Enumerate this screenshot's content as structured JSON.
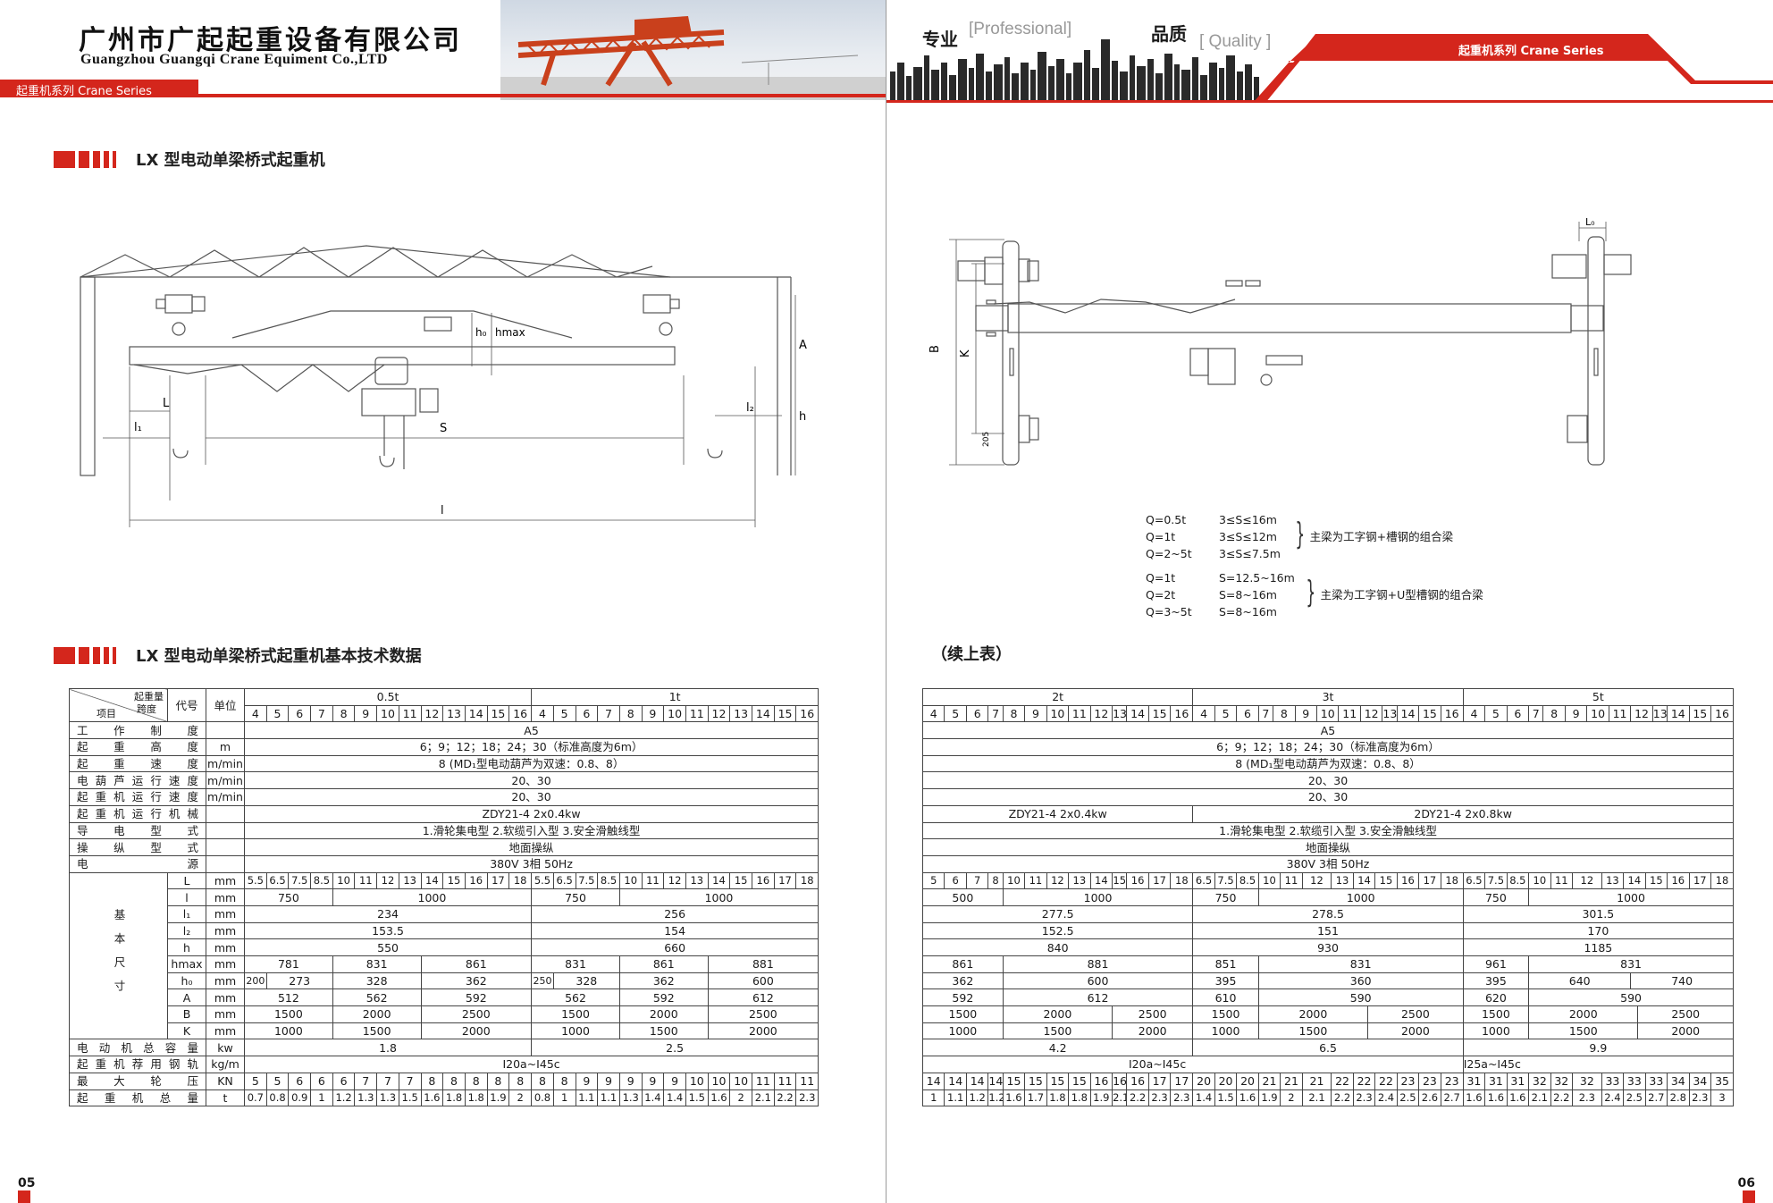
{
  "left": {
    "company_cn": "广州市广起起重设备有限公司",
    "company_en": "Guangzhou Guangqi Crane Equiment Co.,LTD",
    "series_tag": "起重机系列  Crane Series",
    "title1": "LX 型电动单梁桥式起重机",
    "title2": "LX 型电动单梁桥式起重机基本技术数据",
    "page_num": "05",
    "diagram_labels": {
      "L": "L",
      "l1": "l₁",
      "S": "S",
      "l": "l",
      "l2": "l₂",
      "h0": "h₀",
      "hmax": "hmax",
      "A": "A",
      "h": "h"
    },
    "table": {
      "corner_top": "起重量",
      "corner_mid": "跨度",
      "corner_bot": "项目",
      "code_hdr": "代号",
      "unit_hdr": "单位",
      "cap1": "0.5t",
      "cap2": "1t",
      "spans": [
        "4",
        "5",
        "6",
        "7",
        "8",
        "9",
        "10",
        "11",
        "12",
        "13",
        "14",
        "15",
        "16"
      ],
      "duty_label": "工作制度",
      "duty_val": "A5",
      "lift_h_label": "起重高度",
      "lift_h_unit": "m",
      "lift_h_val": "6；9；12；18；24；30（标准高度为6m）",
      "lift_s_label": "起重速度",
      "lift_s_unit": "m/min",
      "lift_s_val": "8 (MD₁型电动葫芦为双速：0.8、8）",
      "hoist_run_label": "电葫芦运行速度",
      "hoist_run_unit": "m/min",
      "hoist_run_val": "20、30",
      "crane_run_label": "起重机运行速度",
      "crane_run_unit": "m/min",
      "crane_run_val": "20、30",
      "mech_label": "起重机运行机械",
      "mech_val": "ZDY21-4    2x0.4kw",
      "power_mode_label": "导电型式",
      "power_mode_val": "1.滑轮集电型    2.软缆引入型    3.安全滑触线型",
      "ctrl_label": "操纵型式",
      "ctrl_val": "地面操纵",
      "power_label": "电源",
      "power_val": "380V    3相    50Hz",
      "dims_label": "基本尺寸",
      "L_code": "L",
      "L_unit": "mm",
      "L_vals": [
        "5.5",
        "6.5",
        "7.5",
        "8.5",
        "10",
        "11",
        "12",
        "13",
        "14",
        "15",
        "16",
        "17",
        "18",
        "5.5",
        "6.5",
        "7.5",
        "8.5",
        "10",
        "11",
        "12",
        "13",
        "14",
        "15",
        "16",
        "17",
        "18"
      ],
      "l_code": "l",
      "l_unit": "mm",
      "l_a": "750",
      "l_b": "1000",
      "l_c": "750",
      "l_d": "1000",
      "l1_code": "l₁",
      "l1_unit": "mm",
      "l1_a": "234",
      "l1_b": "256",
      "l2_code": "l₂",
      "l2_unit": "mm",
      "l2_a": "153.5",
      "l2_b": "154",
      "h_code": "h",
      "h_unit": "mm",
      "h_a": "550",
      "h_b": "660",
      "hmax_code": "hmax",
      "hmax_unit": "mm",
      "hmax_vals": [
        "781",
        "831",
        "861",
        "831",
        "861",
        "881"
      ],
      "h0_code": "h₀",
      "h0_unit": "mm",
      "h0_vals": [
        "200",
        "273",
        "328",
        "362",
        "250",
        "328",
        "362",
        "600"
      ],
      "A_code": "A",
      "A_unit": "mm",
      "A_vals": [
        "512",
        "562",
        "592",
        "562",
        "592",
        "612"
      ],
      "B_code": "B",
      "B_unit": "mm",
      "B_vals": [
        "1500",
        "2000",
        "2500",
        "1500",
        "2000",
        "2500"
      ],
      "K_code": "K",
      "K_unit": "mm",
      "K_vals": [
        "1000",
        "1500",
        "2000",
        "1000",
        "1500",
        "2000"
      ],
      "motor_label": "电动机总容量",
      "motor_unit": "kw",
      "motor_a": "1.8",
      "motor_b": "2.5",
      "rail_label": "起重机荐用钢轨",
      "rail_unit": "kg/m",
      "rail_val": "I20a~I45c",
      "wheel_label": "最大轮压",
      "wheel_unit": "KN",
      "wheel_vals": [
        "5",
        "5",
        "6",
        "6",
        "6",
        "7",
        "7",
        "7",
        "8",
        "8",
        "8",
        "8",
        "8",
        "8",
        "8",
        "9",
        "9",
        "9",
        "9",
        "9",
        "10",
        "10",
        "10",
        "11",
        "11",
        "11"
      ],
      "weight_label": "起重机总量",
      "weight_unit": "t",
      "weight_vals": [
        "0.7",
        "0.8",
        "0.9",
        "1",
        "1.2",
        "1.3",
        "1.3",
        "1.5",
        "1.6",
        "1.8",
        "1.8",
        "1.9",
        "2",
        "0.8",
        "1",
        "1.1",
        "1.1",
        "1.3",
        "1.4",
        "1.4",
        "1.5",
        "1.6",
        "2",
        "2.1",
        "2.2",
        "2.3"
      ]
    }
  },
  "right": {
    "tag_zhuanye": "专业",
    "tag_professional": "[Professional]",
    "tag_pinzhi": "品质",
    "tag_quality": "[ Quality ]",
    "series_tag": "起重机系列  Crane Series",
    "diagram_labels": {
      "L0": "L₀",
      "B": "B",
      "K": "K",
      "dim205": "205"
    },
    "note1": {
      "lines": [
        "Q=0.5t",
        "Q=1t",
        "Q=2~5t"
      ],
      "ranges": [
        "3≤S≤16m",
        "3≤S≤12m",
        "3≤S≤7.5m"
      ],
      "desc": "主梁为工字钢+槽钢的组合梁"
    },
    "note2": {
      "lines": [
        "Q=1t",
        "Q=2t",
        "Q=3~5t"
      ],
      "ranges": [
        "S=12.5~16m",
        "S=8~16m",
        "S=8~16m"
      ],
      "desc": "主梁为工字钢+U型槽钢的组合梁"
    },
    "title": "（续上表）",
    "page_num": "06",
    "table": {
      "cap1": "2t",
      "cap2": "3t",
      "cap3": "5t",
      "spans": [
        "4",
        "5",
        "6",
        "7",
        "8",
        "9",
        "10",
        "11",
        "12",
        "13",
        "14",
        "15",
        "16"
      ],
      "duty_val": "A5",
      "lift_h_val": "6；9；12；18；24；30（标准高度为6m）",
      "lift_s_val": "8 (MD₁型电动葫芦为双速：0.8、8）",
      "hoist_run_val": "20、30",
      "crane_run_val": "20、30",
      "mech_a": "ZDY21-4    2x0.4kw",
      "mech_b": "2DY21-4    2x0.8kw",
      "power_mode_val": "1.滑轮集电型    2.软缆引入型    3.安全滑触线型",
      "ctrl_val": "地面操纵",
      "power_val": "380V    3相    50Hz",
      "L_vals": [
        "5",
        "6",
        "7",
        "8",
        "10",
        "11",
        "12",
        "13",
        "14",
        "15",
        "16",
        "17",
        "18",
        "6.5",
        "7.5",
        "8.5",
        "10",
        "11",
        "12",
        "13",
        "14",
        "15",
        "16",
        "17",
        "18",
        "6.5",
        "7.5",
        "8.5",
        "10",
        "11",
        "12",
        "13",
        "14",
        "15",
        "16",
        "17",
        "18"
      ],
      "l_vals": [
        "500",
        "1000",
        "750",
        "1000",
        "750",
        "1000"
      ],
      "l1_vals": [
        "277.5",
        "278.5",
        "301.5"
      ],
      "l2_vals": [
        "152.5",
        "151",
        "170"
      ],
      "h_vals": [
        "840",
        "930",
        "1185"
      ],
      "hmax_vals": [
        "861",
        "881",
        "851",
        "831",
        "961",
        "831"
      ],
      "h0_vals": [
        "362",
        "600",
        "395",
        "360",
        "395",
        "640",
        "740"
      ],
      "A_vals": [
        "592",
        "612",
        "610",
        "590",
        "620",
        "590"
      ],
      "B_vals": [
        "1500",
        "2000",
        "2500",
        "1500",
        "2000",
        "2500",
        "1500",
        "2000",
        "2500"
      ],
      "K_vals": [
        "1000",
        "1500",
        "2000",
        "1000",
        "1500",
        "2000",
        "1000",
        "1500",
        "2000"
      ],
      "motor_vals": [
        "4.2",
        "6.5",
        "9.9"
      ],
      "rail_a": "I20a~I45c",
      "rail_b": "I25a~I45c",
      "wheel_vals": [
        "14",
        "14",
        "14",
        "14",
        "15",
        "15",
        "15",
        "15",
        "16",
        "16",
        "16",
        "17",
        "17",
        "20",
        "20",
        "20",
        "21",
        "21",
        "21",
        "22",
        "22",
        "22",
        "23",
        "23",
        "23",
        "31",
        "31",
        "31",
        "32",
        "32",
        "32",
        "33",
        "33",
        "33",
        "34",
        "34",
        "35"
      ],
      "weight_vals": [
        "1",
        "1.1",
        "1.2",
        "1.2",
        "1.6",
        "1.7",
        "1.8",
        "1.8",
        "1.9",
        "2.1",
        "2.2",
        "2.3",
        "2.3",
        "1.4",
        "1.5",
        "1.6",
        "1.9",
        "2",
        "2.1",
        "2.2",
        "2.3",
        "2.4",
        "2.5",
        "2.6",
        "2.7",
        "1.6",
        "1.6",
        "1.6",
        "2.1",
        "2.2",
        "2.3",
        "2.4",
        "2.5",
        "2.7",
        "2.8",
        "2.3",
        "3"
      ]
    }
  }
}
